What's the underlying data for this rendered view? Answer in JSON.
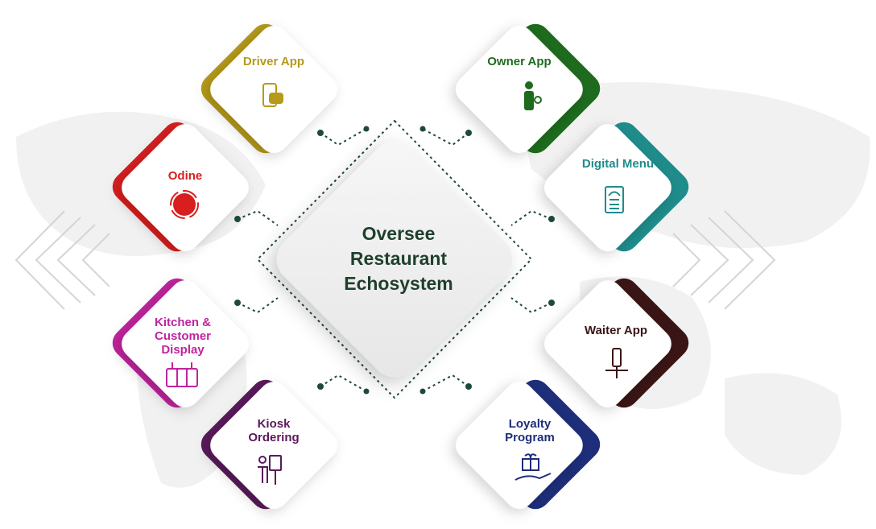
{
  "center": {
    "lines": [
      "Oversee",
      "Restaurant",
      "Echosystem"
    ]
  },
  "nodes": [
    {
      "id": "driver-app",
      "lines": [
        "Driver App"
      ],
      "color": "#b59a1b",
      "icon": "phone-car-icon"
    },
    {
      "id": "owner-app",
      "lines": [
        "Owner App"
      ],
      "color": "#1e6b1e",
      "icon": "owner-person-icon"
    },
    {
      "id": "odine",
      "lines": [
        "Odine"
      ],
      "color": "#d81e1e",
      "icon": "odine-logo-icon"
    },
    {
      "id": "digital-menu",
      "lines": [
        "Digital Menu"
      ],
      "color": "#1f8c8c",
      "icon": "menu-card-icon"
    },
    {
      "id": "kitchen-display",
      "lines": [
        "Kitchen &",
        "Customer",
        "Display"
      ],
      "color": "#c0249e",
      "icon": "display-board-icon"
    },
    {
      "id": "waiter-app",
      "lines": [
        "Waiter App"
      ],
      "color": "#3a1515",
      "icon": "waiter-tray-icon"
    },
    {
      "id": "kiosk-ordering",
      "lines": [
        "Kiosk",
        "Ordering"
      ],
      "color": "#5a1a5a",
      "icon": "kiosk-person-icon"
    },
    {
      "id": "loyalty-program",
      "lines": [
        "Loyalty",
        "Program"
      ],
      "color": "#1e2e7a",
      "icon": "gift-hand-icon"
    }
  ]
}
